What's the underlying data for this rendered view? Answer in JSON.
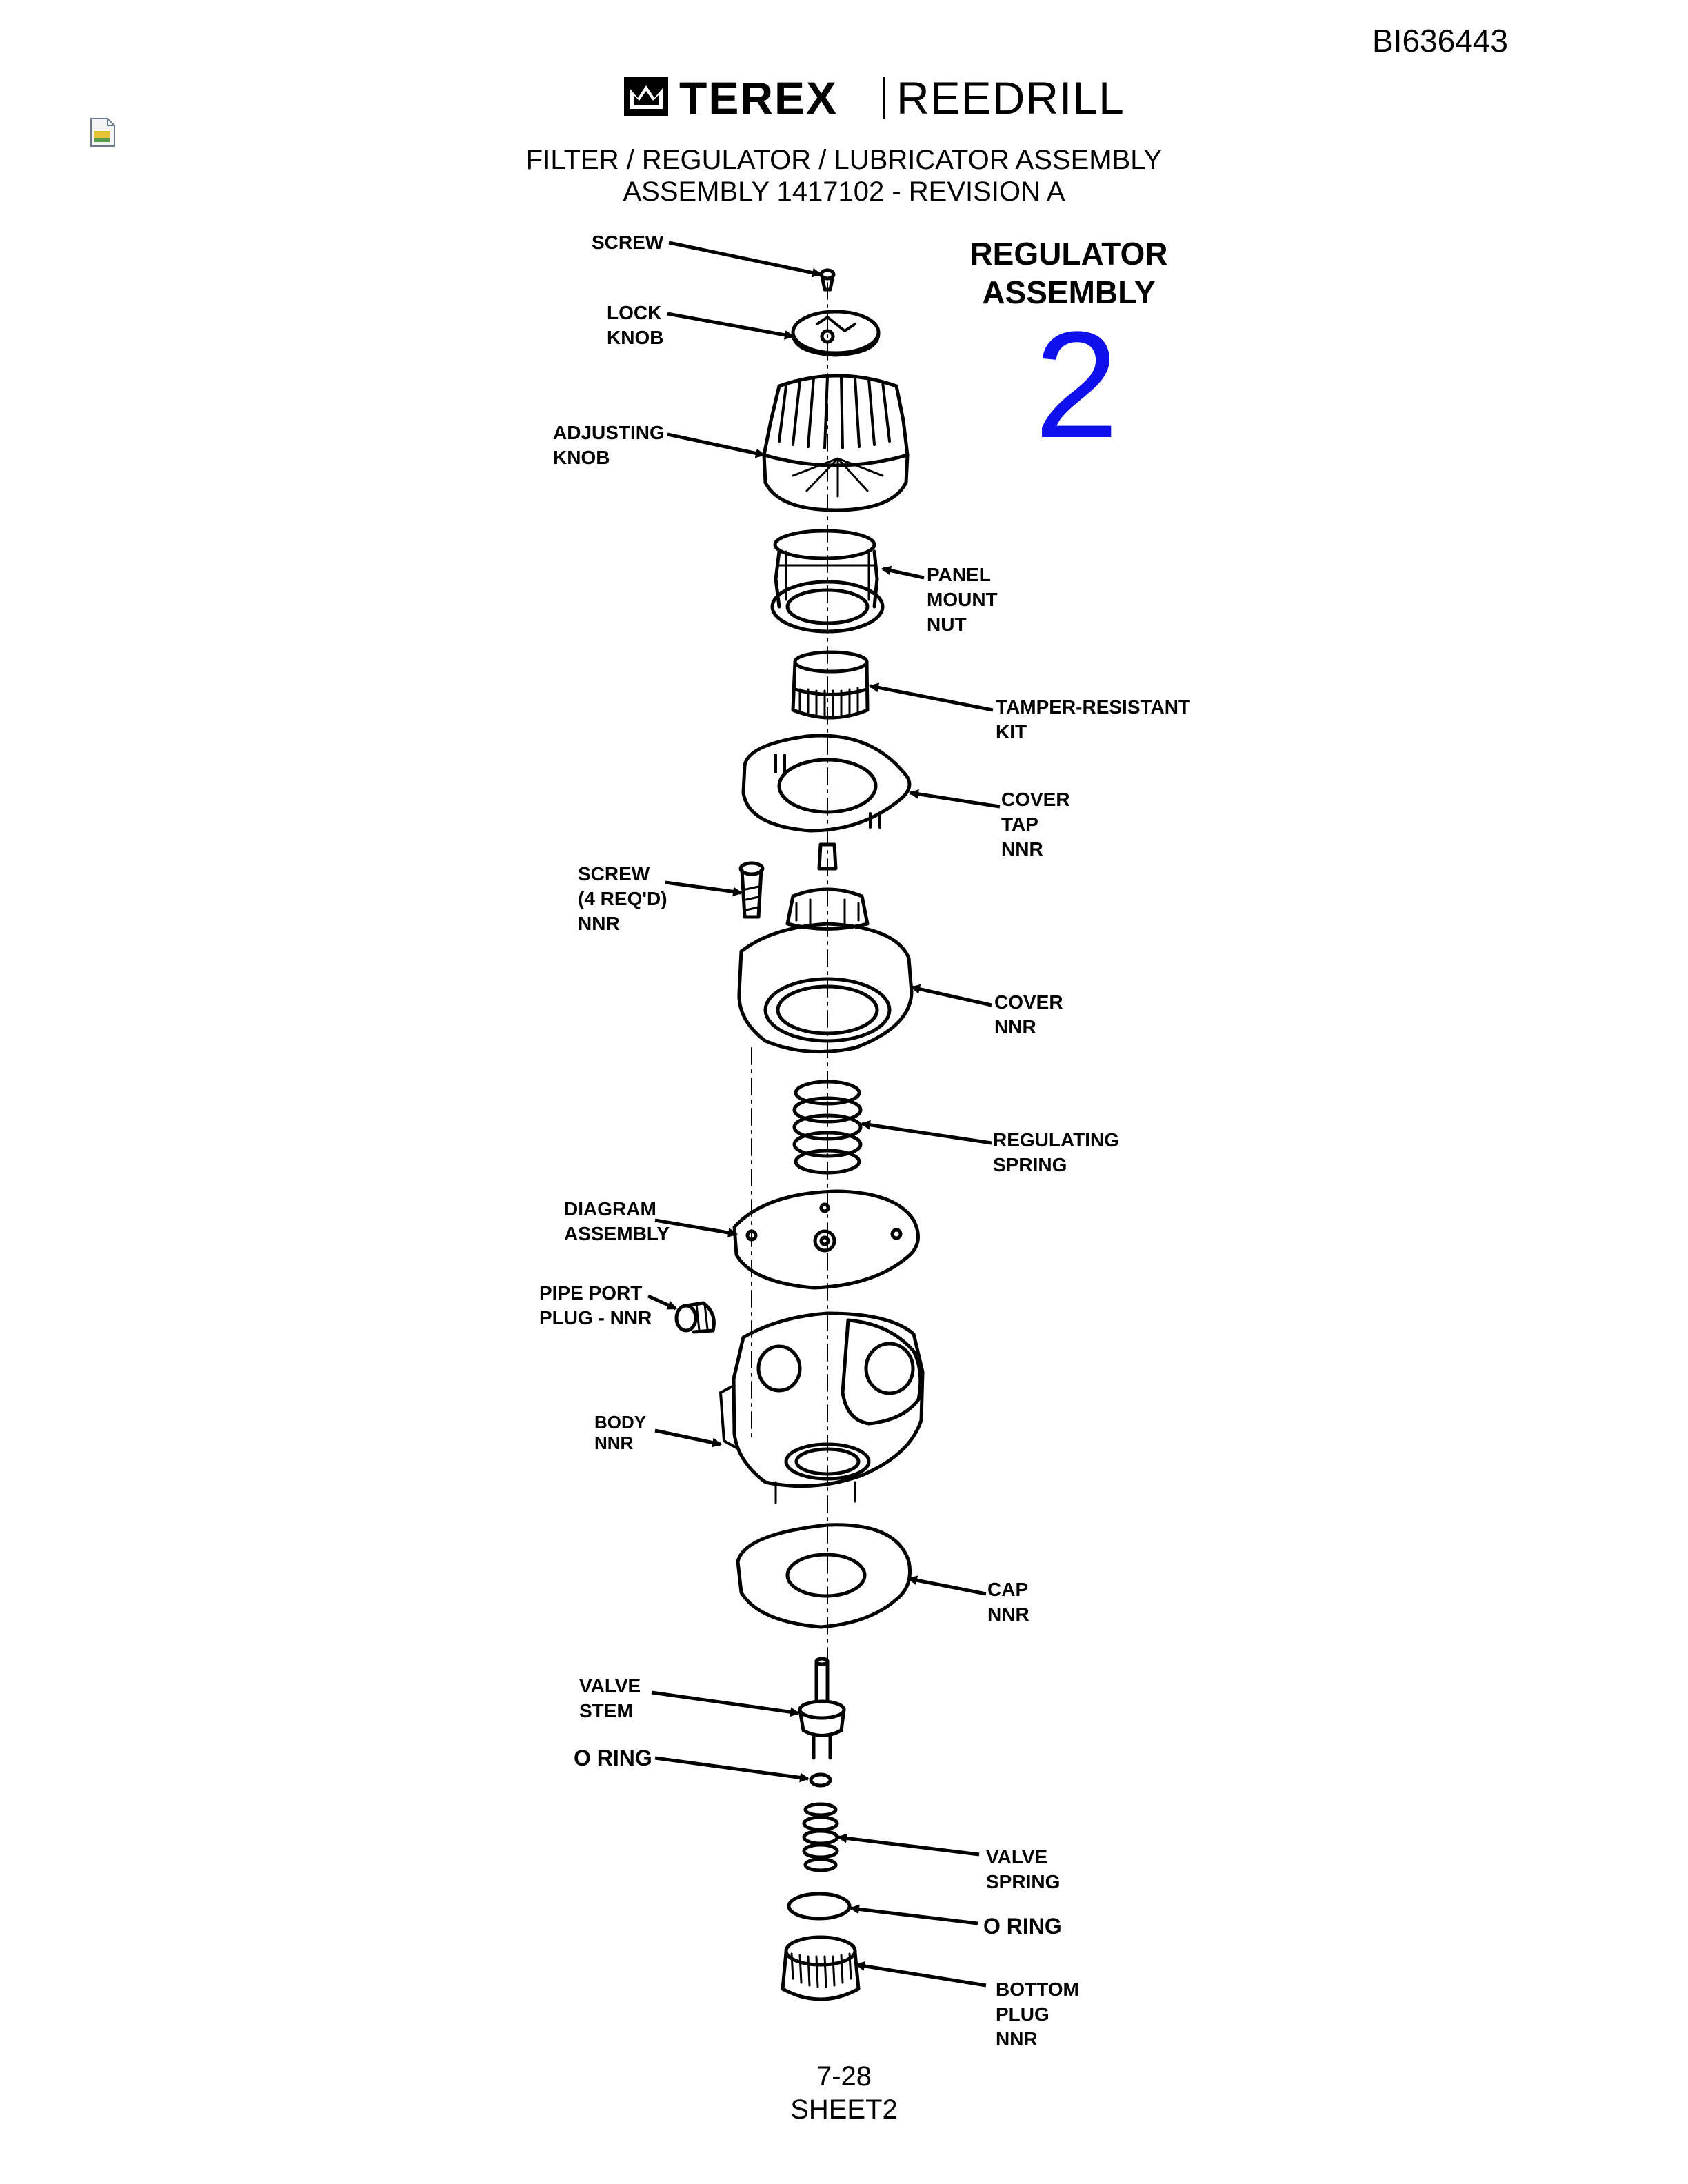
{
  "header": {
    "doc_id": "BI636443",
    "brand_left": "TEREX",
    "brand_right": "REEDRILL",
    "title": "FILTER / REGULATOR / LUBRICATOR ASSEMBLY",
    "subtitle": "ASSEMBLY 1417102 - REVISION A"
  },
  "assembly": {
    "name_line1": "REGULATOR",
    "name_line2": "ASSEMBLY",
    "number": "2",
    "number_color": "#1010ee"
  },
  "labels": {
    "screw": "SCREW",
    "lock_knob": "LOCK\nKNOB",
    "adjusting_knob": "ADJUSTING\nKNOB",
    "panel_mount_nut": "PANEL\nMOUNT\nNUT",
    "tamper_resistant_kit": "TAMPER-RESISTANT\nKIT",
    "cover_tap": "COVER\nTAP\nNNR",
    "screw_4": "SCREW\n(4 REQ'D)\nNNR",
    "cover": "COVER\nNNR",
    "regulating_spring": "REGULATING\nSPRING",
    "diagram_assembly": "DIAGRAM\nASSEMBLY",
    "pipe_port_plug": "PIPE PORT\nPLUG - NNR",
    "body": "BODY\nNNR",
    "cap": "CAP\nNNR",
    "valve_stem": "VALVE\nSTEM",
    "o_ring_1": "O RING",
    "valve_spring": "VALVE\nSPRING",
    "o_ring_2": "O RING",
    "bottom_plug": "BOTTOM\nPLUG\nNNR"
  },
  "footer": {
    "page": "7-28",
    "sheet": "SHEET2"
  },
  "icons": {
    "logo": "terex-crown-logo-icon",
    "attachment": "document-attachment-icon"
  }
}
